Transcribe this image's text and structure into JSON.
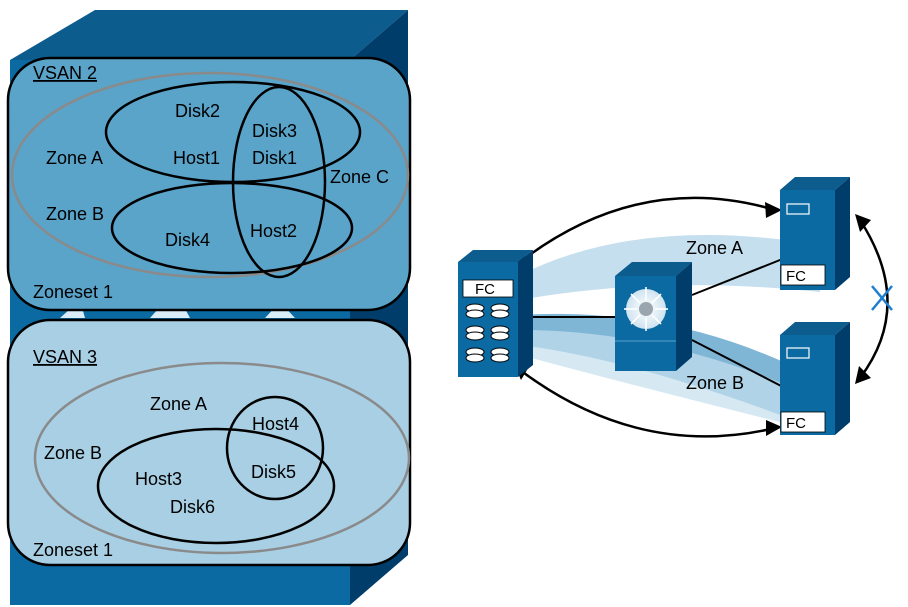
{
  "colors": {
    "switch_face": "#0b6aa2",
    "switch_top": "#0d5c8e",
    "switch_side": "#003d6b",
    "vsan2_box": "#5aa3c9",
    "vsan3_box": "#a8cfe4",
    "zone_band_light": "#c5dfee",
    "zone_band_dark": "#7fb6d6",
    "zone_line": "#000000",
    "zoneset_line": "#8a8a8a",
    "fault_mark": "#1f7ecf"
  },
  "left_panel": {
    "vsan2": {
      "title": "VSAN 2",
      "zoneset": "Zoneset 1",
      "zone_a": "Zone A",
      "zone_b": "Zone B",
      "zone_c": "Zone C",
      "members": {
        "disk2": "Disk2",
        "disk3": "Disk3",
        "disk1": "Disk1",
        "host1": "Host1",
        "host2": "Host2",
        "disk4": "Disk4"
      }
    },
    "vsan3": {
      "title": "VSAN 3",
      "zoneset": "Zoneset 1",
      "zone_a": "Zone A",
      "zone_b": "Zone B",
      "members": {
        "host4": "Host4",
        "disk5": "Disk5",
        "host3": "Host3",
        "disk6": "Disk6"
      }
    }
  },
  "right_panel": {
    "storage_label": "FC",
    "host_top_label": "FC",
    "host_bottom_label": "FC",
    "zone_a": "Zone A",
    "zone_b": "Zone B",
    "fault_icon": "x-mark-icon",
    "switch_icon": "mds-switch-icon"
  }
}
